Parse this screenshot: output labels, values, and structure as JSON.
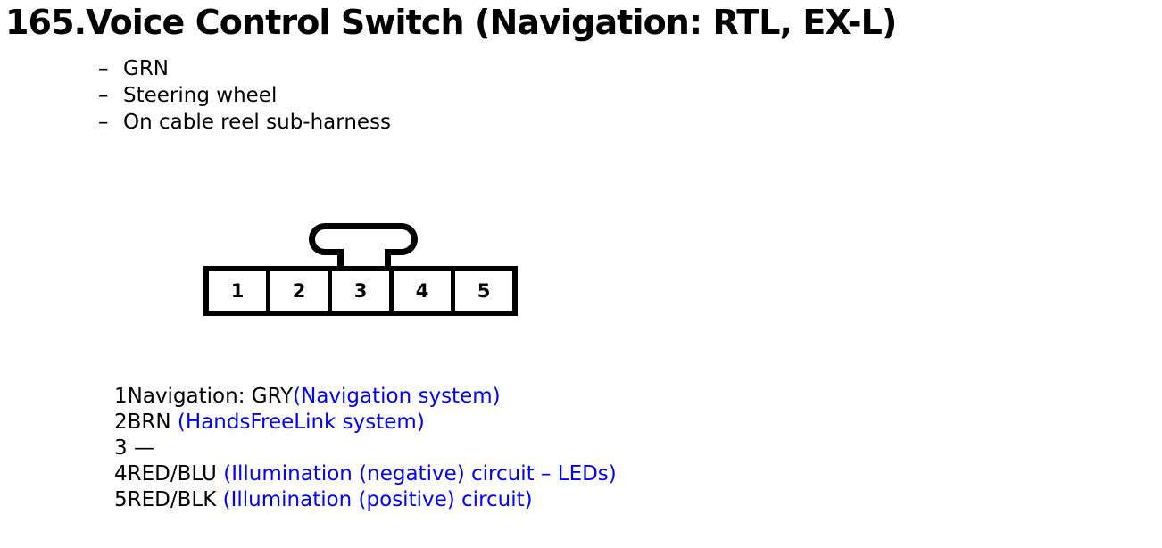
{
  "colors": {
    "text": "#000000",
    "description": "#0000ff",
    "background": "#ffffff"
  },
  "title": "165.Voice Control Switch (Navigation: RTL, EX-L)",
  "notes": {
    "dash": "–",
    "items": [
      "GRN",
      "Steering wheel",
      "On cable reel sub-harness"
    ]
  },
  "connector": {
    "name": "5-pin connector",
    "latch": "latch-tab",
    "pins": [
      {
        "number": "1"
      },
      {
        "number": "2"
      },
      {
        "number": "3"
      },
      {
        "number": "4"
      },
      {
        "number": "5"
      }
    ]
  },
  "pin_list": [
    {
      "number": "1",
      "wire": "Navigation: GRY",
      "description": "(Navigation system)"
    },
    {
      "number": "2",
      "wire": "BRN ",
      "description": "(HandsFreeLink system)"
    },
    {
      "number": "3",
      "wire": " —",
      "description": ""
    },
    {
      "number": "4",
      "wire": "RED/BLU ",
      "description": "(Illumination (negative) circuit – LEDs)"
    },
    {
      "number": "5",
      "wire": "RED/BLK ",
      "description": "(Illumination (positive) circuit)"
    }
  ]
}
